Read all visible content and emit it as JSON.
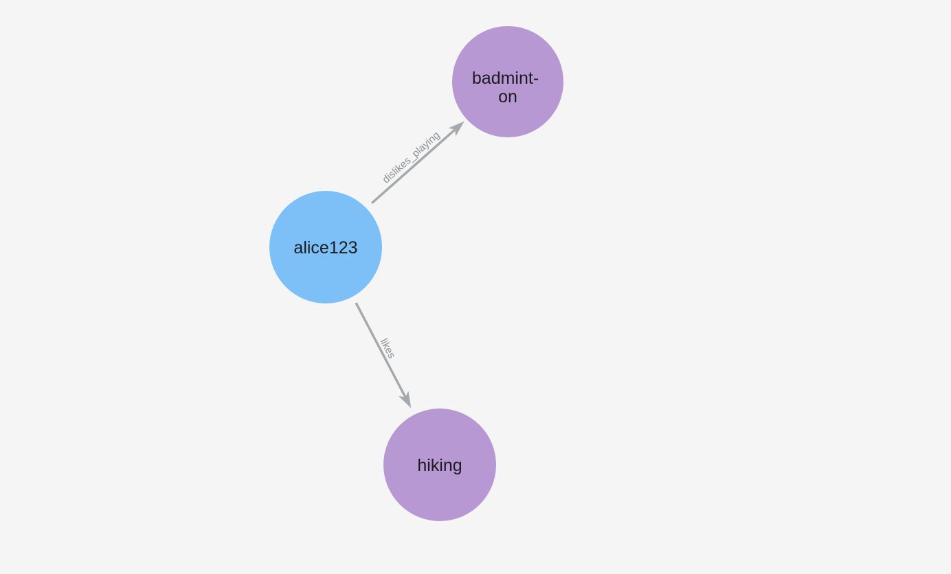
{
  "graph": {
    "background": "#f4f5f4",
    "nodes": [
      {
        "id": "alice123",
        "label": "alice123",
        "lines": [
          "alice123"
        ],
        "color": "#7cc0f7",
        "text_color": "#1b1c20"
      },
      {
        "id": "badminton",
        "label": "badminton",
        "lines": [
          "badmint-",
          "on"
        ],
        "color": "#b898d3",
        "text_color": "#1b1c20"
      },
      {
        "id": "hiking",
        "label": "hiking",
        "lines": [
          "hiking"
        ],
        "color": "#b898d3",
        "text_color": "#1b1c20"
      }
    ],
    "edges": [
      {
        "from": "alice123",
        "to": "badminton",
        "label": "dislikes_playing"
      },
      {
        "from": "alice123",
        "to": "hiking",
        "label": "likes"
      }
    ],
    "edge_style": {
      "line_color": "#a6a9ac",
      "arrow_color": "#a6a9ac",
      "label_color": "#8d9094"
    }
  }
}
